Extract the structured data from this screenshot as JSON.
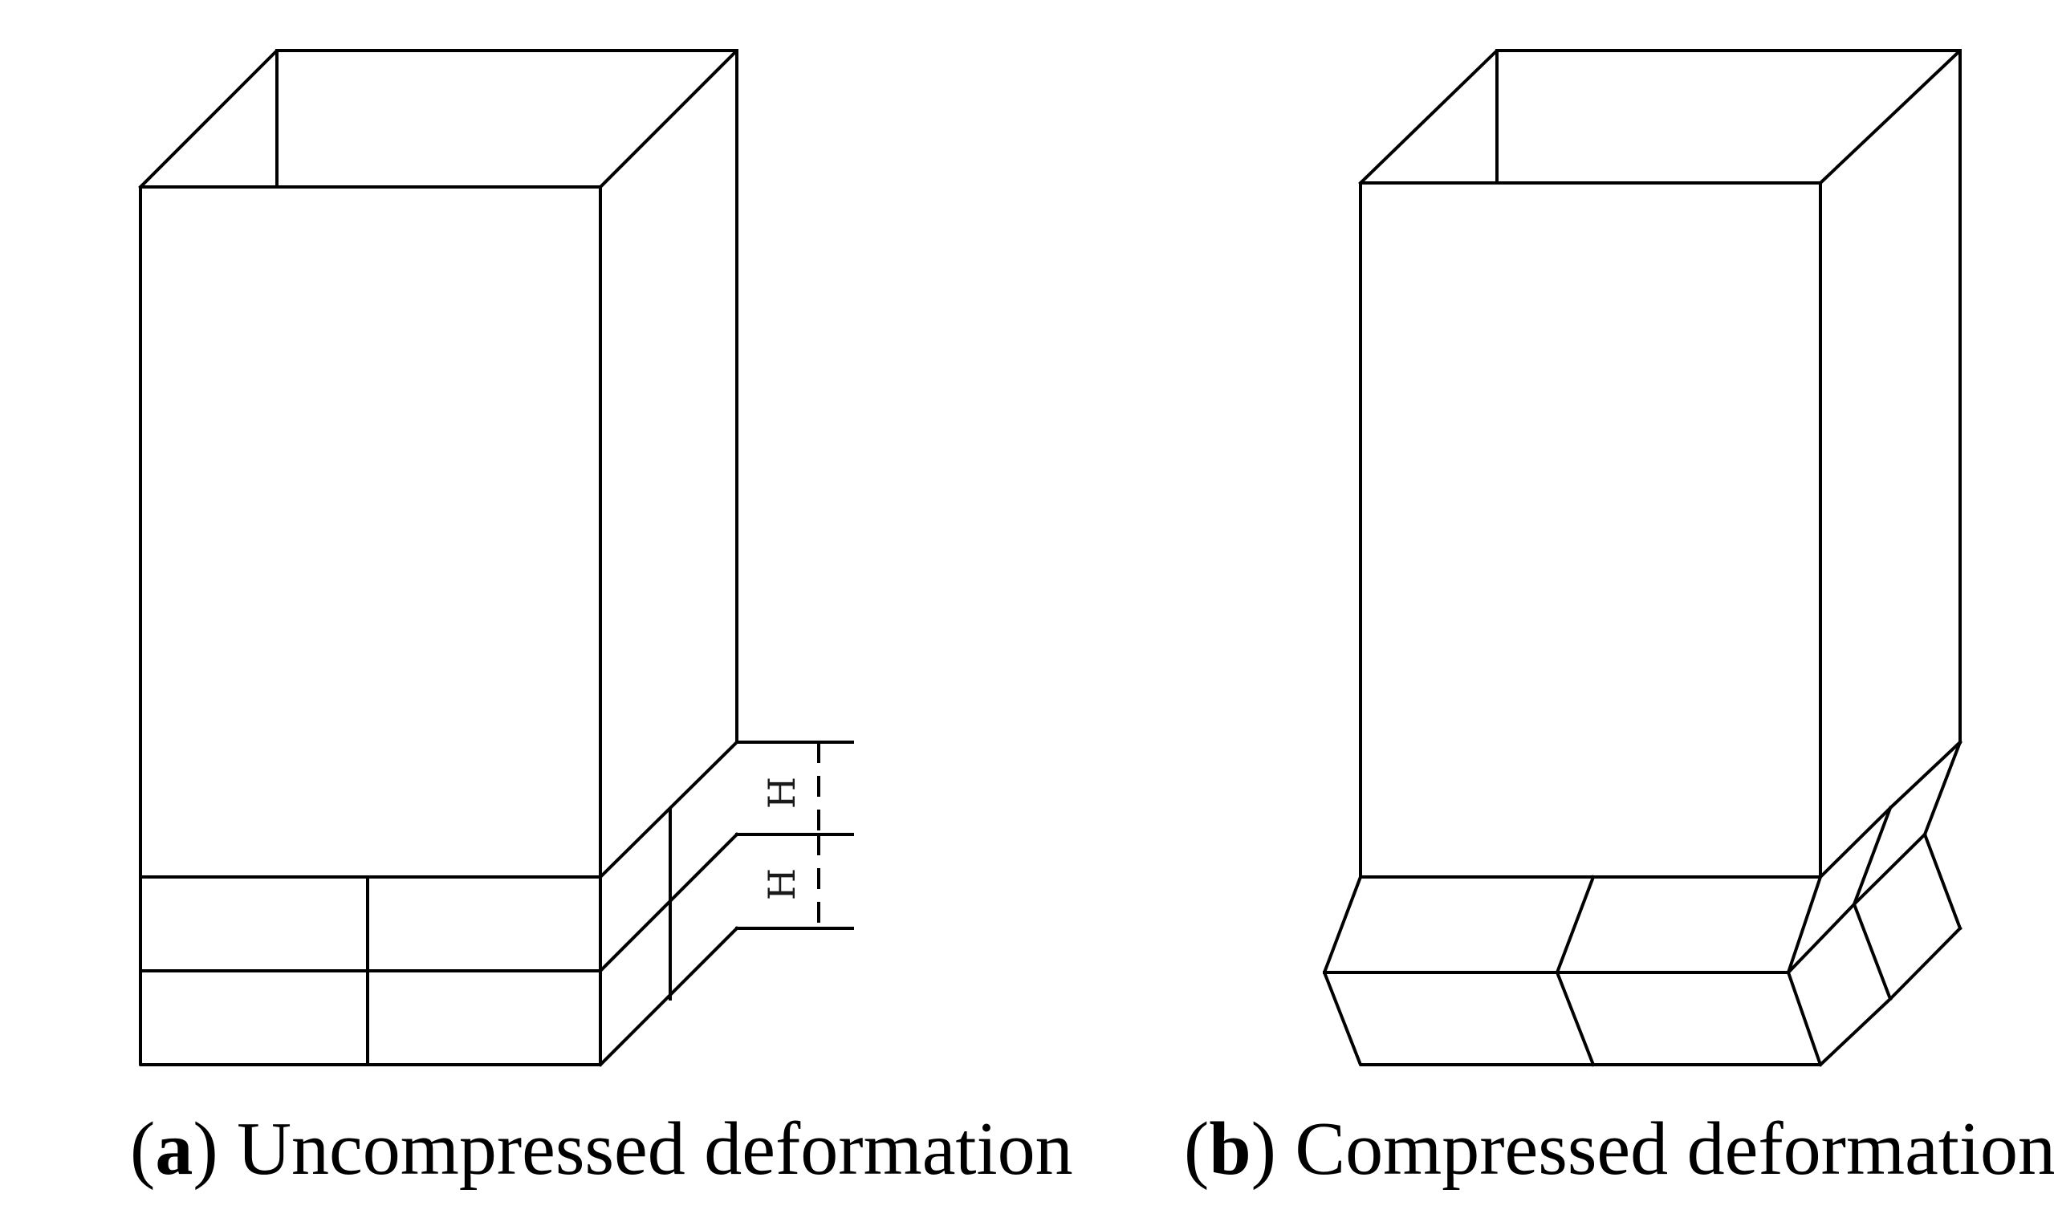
{
  "panel_a": {
    "letter": "a",
    "caption": "Uncompressed deformation",
    "dimension_labels": [
      "H",
      "H"
    ]
  },
  "panel_b": {
    "letter": "b",
    "caption": "Compressed deformation"
  }
}
